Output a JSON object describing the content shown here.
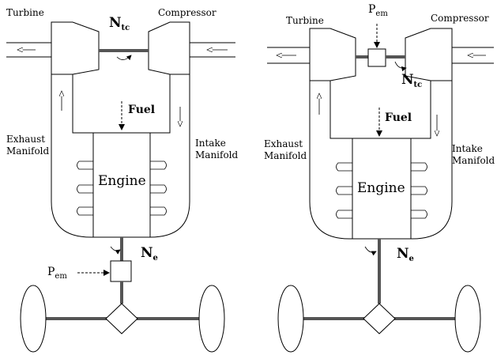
{
  "diagrams": [
    {
      "turbine_label": "Turbine",
      "compressor_label": "Compressor",
      "ntc_main": "N",
      "ntc_sub": "tc",
      "fuel_label": "Fuel",
      "engine_label": "Engine",
      "exhaust_label_1": "Exhaust",
      "exhaust_label_2": "Manifold",
      "intake_label_1": "Intake",
      "intake_label_2": "Manifold",
      "ne_main": "N",
      "ne_sub": "e",
      "pem_main": "P",
      "pem_sub": "em"
    },
    {
      "turbine_label": "Turbine",
      "compressor_label": "Compressor",
      "ntc_main": "N",
      "ntc_sub": "tc",
      "fuel_label": "Fuel",
      "engine_label": "Engine",
      "exhaust_label_1": "Exhaust",
      "exhaust_label_2": "Manifold",
      "intake_label_1": "Intake",
      "intake_label_2": "Manifold",
      "ne_main": "N",
      "ne_sub": "e",
      "pem_main": "P",
      "pem_sub": "em"
    }
  ]
}
